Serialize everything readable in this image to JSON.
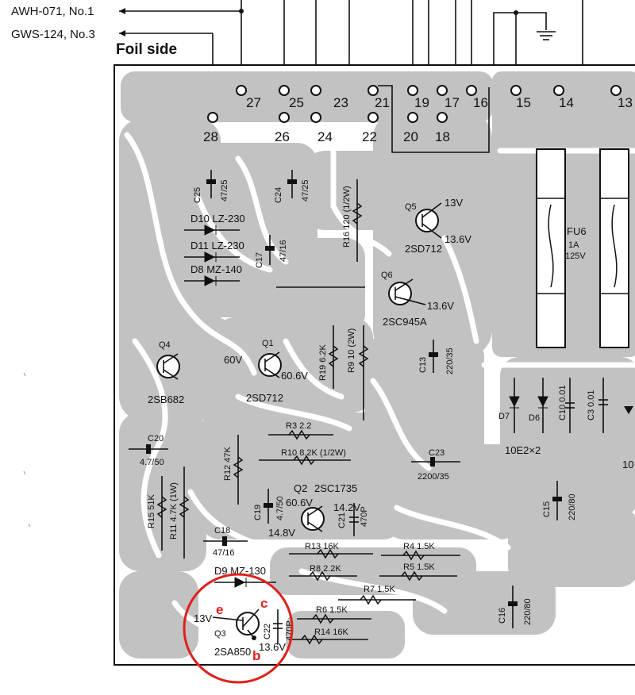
{
  "header": {
    "ref1": "AWH-071, No.1",
    "ref2": "GWS-124, No.3",
    "side": "Foil side"
  },
  "pins": {
    "top": [
      "27",
      "25",
      "23",
      "21",
      "19",
      "17",
      "16",
      "15",
      "14",
      "13"
    ],
    "bottom": [
      "28",
      "26",
      "24",
      "22",
      "20",
      "18"
    ]
  },
  "components": {
    "c25": "C25",
    "c25_val": "47/25",
    "c24": "C24",
    "c24_val": "47/25",
    "d10": "D10 LZ-230",
    "d11": "D11 LZ-230",
    "d8": "D8 MZ-140",
    "c17": "C17",
    "c17_val": "47/16",
    "r16": "R16 120 (1/2W)",
    "q5": "Q5",
    "q5_v1": "13V",
    "q5_v2": "13.6V",
    "q5_type": "2SD712",
    "q6": "Q6",
    "q6_v": "13.6V",
    "q6_type": "2SC945A",
    "fu6": "FU6",
    "fu6_rating1": "1A",
    "fu6_rating2": "125V",
    "q4": "Q4",
    "q4_type": "2SB682",
    "q1": "Q1",
    "q1_v1": "60V",
    "q1_v2": "60.6V",
    "q1_type": "2SD712",
    "r19": "R19 6.2K",
    "r9": "R9 10 (2W)",
    "c13": "C13",
    "c13_val": "220/35",
    "d7": "D7",
    "d6": "D6",
    "c10": "C10 0.01",
    "c3": "C3 0.01",
    "d_ref": "10E2×2",
    "edge": "10",
    "r3": "R3 2.2",
    "r10": "R10 8.2K (1/2W)",
    "c20": "C20",
    "c20_val": "4.7/50",
    "r12": "R12 47K",
    "c23": "C23",
    "c23_val": "2200/35",
    "q2": "Q2",
    "q2_type": "2SC1735",
    "q2_v1": "60.6V",
    "q2_v2": "14.2V",
    "q2_v3": "14.8V",
    "r15": "R15 51K",
    "r11": "R11 4.7K (1W)",
    "c19": "C19",
    "c19_val": "4.7/50",
    "c21": "C21",
    "c21_val": "470P",
    "c15": "C15",
    "c15_val": "220/80",
    "c18": "C18",
    "c18_val": "47/16",
    "r13": "R13 16K",
    "r4": "R4 1.5K",
    "r8": "R8 2.2K",
    "r5": "R5 1.5K",
    "d9": "D9 MZ-130",
    "r7": "R7 1.5K",
    "c16": "C16",
    "c16_val": "220/80",
    "q3": "Q3",
    "q3_v1": "13V",
    "q3_v2": "13.6V",
    "q3_type": "2SA850",
    "c22": "C22",
    "c22_val": "470P",
    "r6": "R6 1.5K",
    "r14": "R14 16K"
  },
  "annotations": {
    "e": "e",
    "c": "c",
    "b": "b",
    "highlight_color": "#e0201a"
  }
}
